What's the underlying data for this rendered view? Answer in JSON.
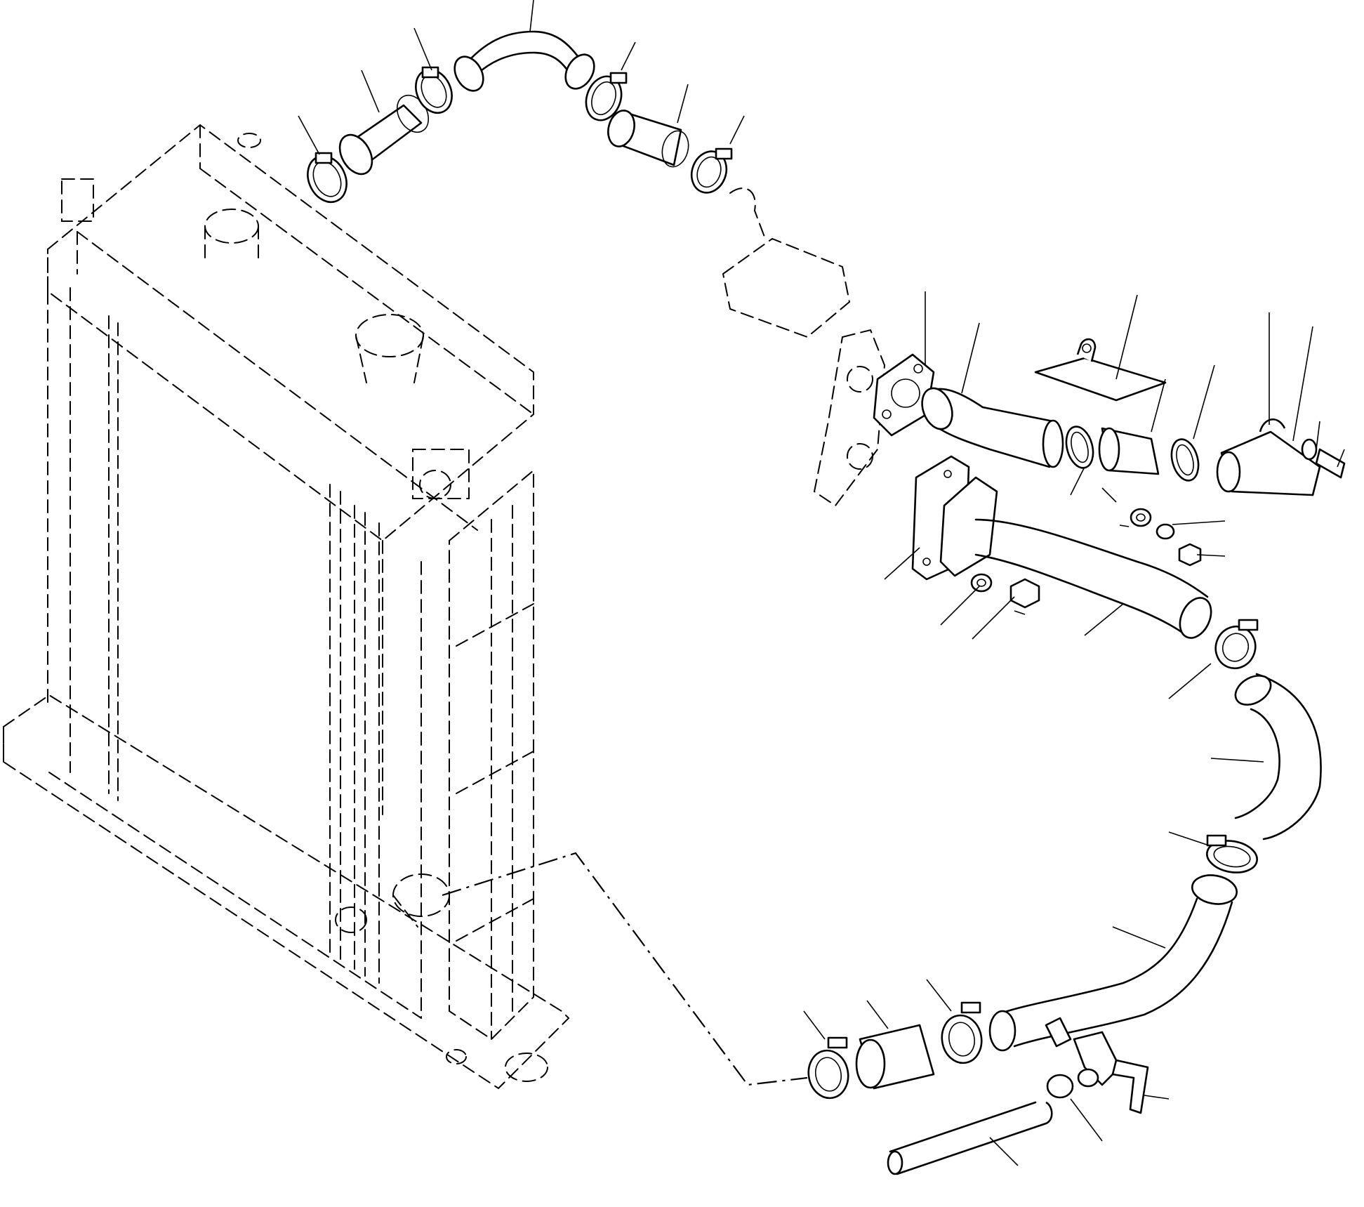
{
  "figure": {
    "type": "exploded parts diagram",
    "line_color": "#000000",
    "background_color": "#ffffff"
  },
  "parts": [
    {
      "id": "upper-elbow-hose",
      "icon": "elbow-hose"
    },
    {
      "id": "upper-left-clamp",
      "icon": "hose-clamp"
    },
    {
      "id": "upper-left-short-hose",
      "icon": "hose-sleeve"
    },
    {
      "id": "upper-inner-left-clamp",
      "icon": "hose-clamp"
    },
    {
      "id": "upper-inner-right-clamp",
      "icon": "hose-clamp"
    },
    {
      "id": "upper-right-short-hose",
      "icon": "hose-sleeve"
    },
    {
      "id": "upper-right-clamp",
      "icon": "hose-clamp"
    },
    {
      "id": "flange-gasket",
      "icon": "gasket"
    },
    {
      "id": "outlet-elbow-pipe",
      "icon": "elbow-pipe"
    },
    {
      "id": "support-bracket",
      "icon": "bracket"
    },
    {
      "id": "connector-hose",
      "icon": "hose-sleeve"
    },
    {
      "id": "connector-clamp-left",
      "icon": "hose-clamp"
    },
    {
      "id": "connector-clamp-right",
      "icon": "hose-clamp"
    },
    {
      "id": "tapered-outlet",
      "icon": "tapered-pipe"
    },
    {
      "id": "bolt",
      "icon": "bolt"
    },
    {
      "id": "lower-flange-plate",
      "icon": "gasket"
    },
    {
      "id": "lower-bent-pipe",
      "icon": "pipe"
    },
    {
      "id": "washer",
      "icon": "washer"
    },
    {
      "id": "nut",
      "icon": "nut"
    },
    {
      "id": "mid-clamp",
      "icon": "hose-clamp"
    },
    {
      "id": "curved-hose",
      "icon": "curved-hose"
    },
    {
      "id": "lower-clamp",
      "icon": "hose-clamp"
    },
    {
      "id": "drain-pipe",
      "icon": "pipe"
    },
    {
      "id": "drain-cock",
      "icon": "valve"
    },
    {
      "id": "drain-hose",
      "icon": "hose"
    },
    {
      "id": "bottom-clamp-left",
      "icon": "hose-clamp"
    },
    {
      "id": "bottom-short-hose",
      "icon": "hose-sleeve"
    },
    {
      "id": "bottom-clamp-right",
      "icon": "hose-clamp"
    }
  ]
}
